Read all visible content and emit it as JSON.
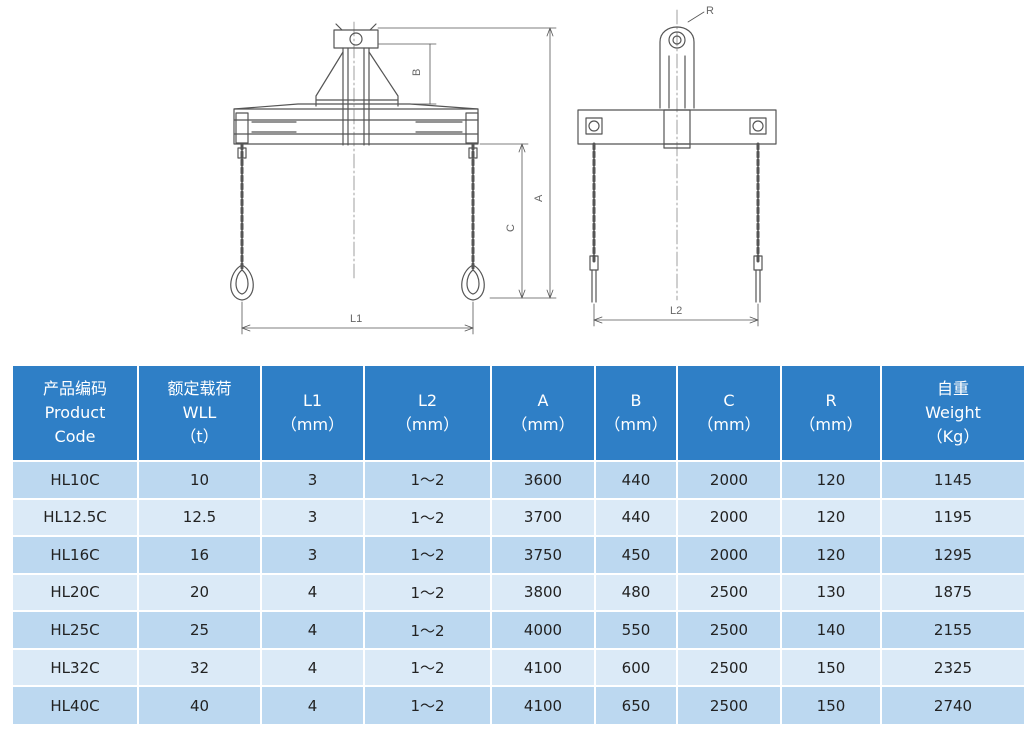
{
  "drawing": {
    "labels": {
      "A": "A",
      "B": "B",
      "C": "C",
      "R": "R",
      "L1": "L1",
      "L2": "L2"
    }
  },
  "table": {
    "headers": [
      [
        "产品编码",
        "Product",
        "Code"
      ],
      [
        "额定载荷",
        "WLL",
        "（t）"
      ],
      [
        "L1",
        "（mm）"
      ],
      [
        "L2",
        "（mm）"
      ],
      [
        "A",
        "（mm）"
      ],
      [
        "B",
        "（mm）"
      ],
      [
        "C",
        "（mm）"
      ],
      [
        "R",
        "（mm）"
      ],
      [
        "自重",
        "Weight",
        "（Kg）"
      ]
    ],
    "rows": [
      [
        "HL10C",
        "10",
        "3",
        "1～2",
        "3600",
        "440",
        "2000",
        "120",
        "1145"
      ],
      [
        "HL12.5C",
        "12.5",
        "3",
        "1～2",
        "3700",
        "440",
        "2000",
        "120",
        "1195"
      ],
      [
        "HL16C",
        "16",
        "3",
        "1～2",
        "3750",
        "450",
        "2000",
        "120",
        "1295"
      ],
      [
        "HL20C",
        "20",
        "4",
        "1～2",
        "3800",
        "480",
        "2500",
        "130",
        "1875"
      ],
      [
        "HL25C",
        "25",
        "4",
        "1～2",
        "4000",
        "550",
        "2500",
        "140",
        "2155"
      ],
      [
        "HL32C",
        "32",
        "4",
        "1～2",
        "4100",
        "600",
        "2500",
        "150",
        "2325"
      ],
      [
        "HL40C",
        "40",
        "4",
        "1～2",
        "4100",
        "650",
        "2500",
        "150",
        "2740"
      ]
    ]
  }
}
